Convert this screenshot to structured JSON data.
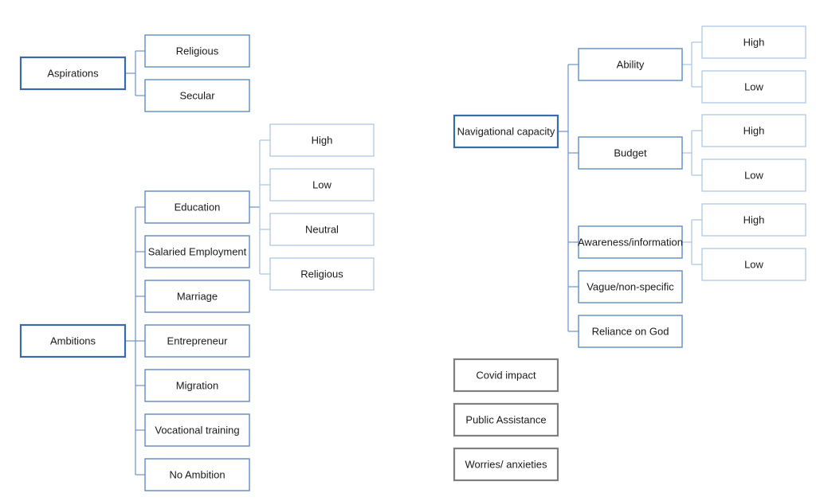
{
  "diagram": {
    "colors": {
      "root_border": "#3a6aaa",
      "child_border": "#5f8bc6",
      "grandchild_border": "#a9c3e2",
      "connector": "#6a93c9",
      "connector_light": "#a9c3e2",
      "standalone_border": "#808080",
      "text": "#1a1a1a"
    },
    "aspirations": {
      "label": "Aspirations",
      "children": [
        "Religious",
        "Secular"
      ]
    },
    "ambitions": {
      "label": "Ambitions",
      "children": [
        "Education",
        "Salaried Employment",
        "Marriage",
        "Entrepreneur",
        "Migration",
        "Vocational training",
        "No Ambition"
      ],
      "education_children": [
        "High",
        "Low",
        "Neutral",
        "Religious"
      ]
    },
    "navigational_capacity": {
      "label": "Navigational capacity",
      "children": [
        "Ability",
        "Budget",
        "Awareness/information",
        "Vague/non-specific",
        "Reliance on God"
      ],
      "ability_children": [
        "High",
        "Low"
      ],
      "budget_children": [
        "High",
        "Low"
      ],
      "awareness_children": [
        "High",
        "Low"
      ]
    },
    "standalone": [
      "Covid impact",
      "Public Assistance",
      "Worries/ anxieties"
    ]
  }
}
